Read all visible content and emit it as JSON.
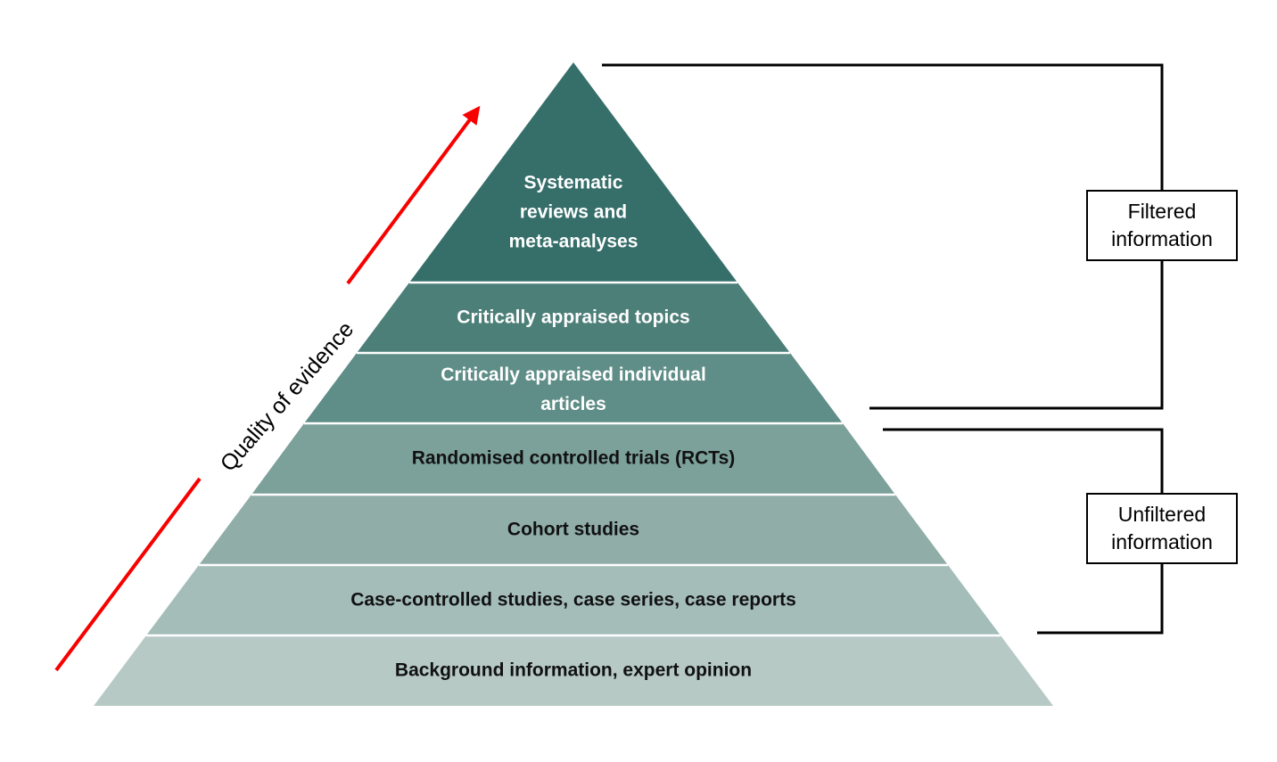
{
  "pyramid": {
    "separator_color": "#FFFFFF",
    "levels": [
      {
        "label": "Systematic reviews and meta-analyses",
        "lines": [
          "Systematic",
          "reviews and",
          "meta-analyses"
        ],
        "fill": "#366F6A",
        "text_color": "#FFFFFF"
      },
      {
        "label": "Critically appraised topics",
        "lines": [
          "Critically appraised topics"
        ],
        "fill": "#4D7F79",
        "text_color": "#FFFFFF"
      },
      {
        "label": "Critically appraised individual articles",
        "lines": [
          "Critically appraised individual",
          "articles"
        ],
        "fill": "#5F8D87",
        "text_color": "#FFFFFF"
      },
      {
        "label": "Randomised controlled trials (RCTs)",
        "lines": [
          "Randomised controlled trials (RCTs)"
        ],
        "fill": "#7CA09A",
        "text_color": "#111111"
      },
      {
        "label": "Cohort studies",
        "lines": [
          "Cohort studies"
        ],
        "fill": "#90ADA8",
        "text_color": "#111111"
      },
      {
        "label": "Case-controlled studies, case series, case reports",
        "lines": [
          "Case-controlled studies, case series, case reports"
        ],
        "fill": "#A4BDB9",
        "text_color": "#111111"
      },
      {
        "label": "Background information, expert opinion",
        "lines": [
          "Background information, expert opinion"
        ],
        "fill": "#B6C9C5",
        "text_color": "#111111"
      }
    ]
  },
  "quality_axis": {
    "label": "Quality of evidence",
    "arrow_color": "#F90000",
    "text_color": "#000000"
  },
  "brackets": {
    "color": "#000000",
    "filtered": {
      "label": "Filtered information",
      "lines": [
        "Filtered",
        "information"
      ]
    },
    "unfiltered": {
      "label": "Unfiltered information",
      "lines": [
        "Unfiltered",
        "information"
      ]
    }
  }
}
